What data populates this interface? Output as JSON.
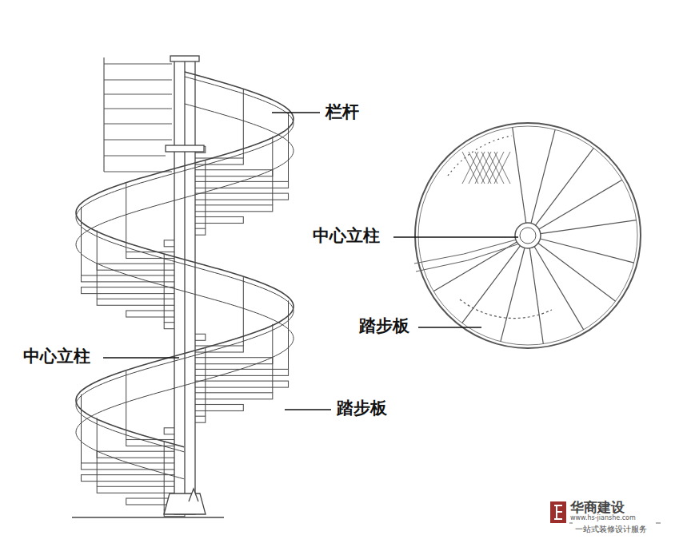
{
  "diagram": {
    "labels": [
      "栏杆",
      "中心立柱",
      "踏步板",
      "中心立柱",
      "踏步板",
      "华商建设",
      "www.hs-jianshe.com",
      "一站式装修设计服务"
    ]
  }
}
